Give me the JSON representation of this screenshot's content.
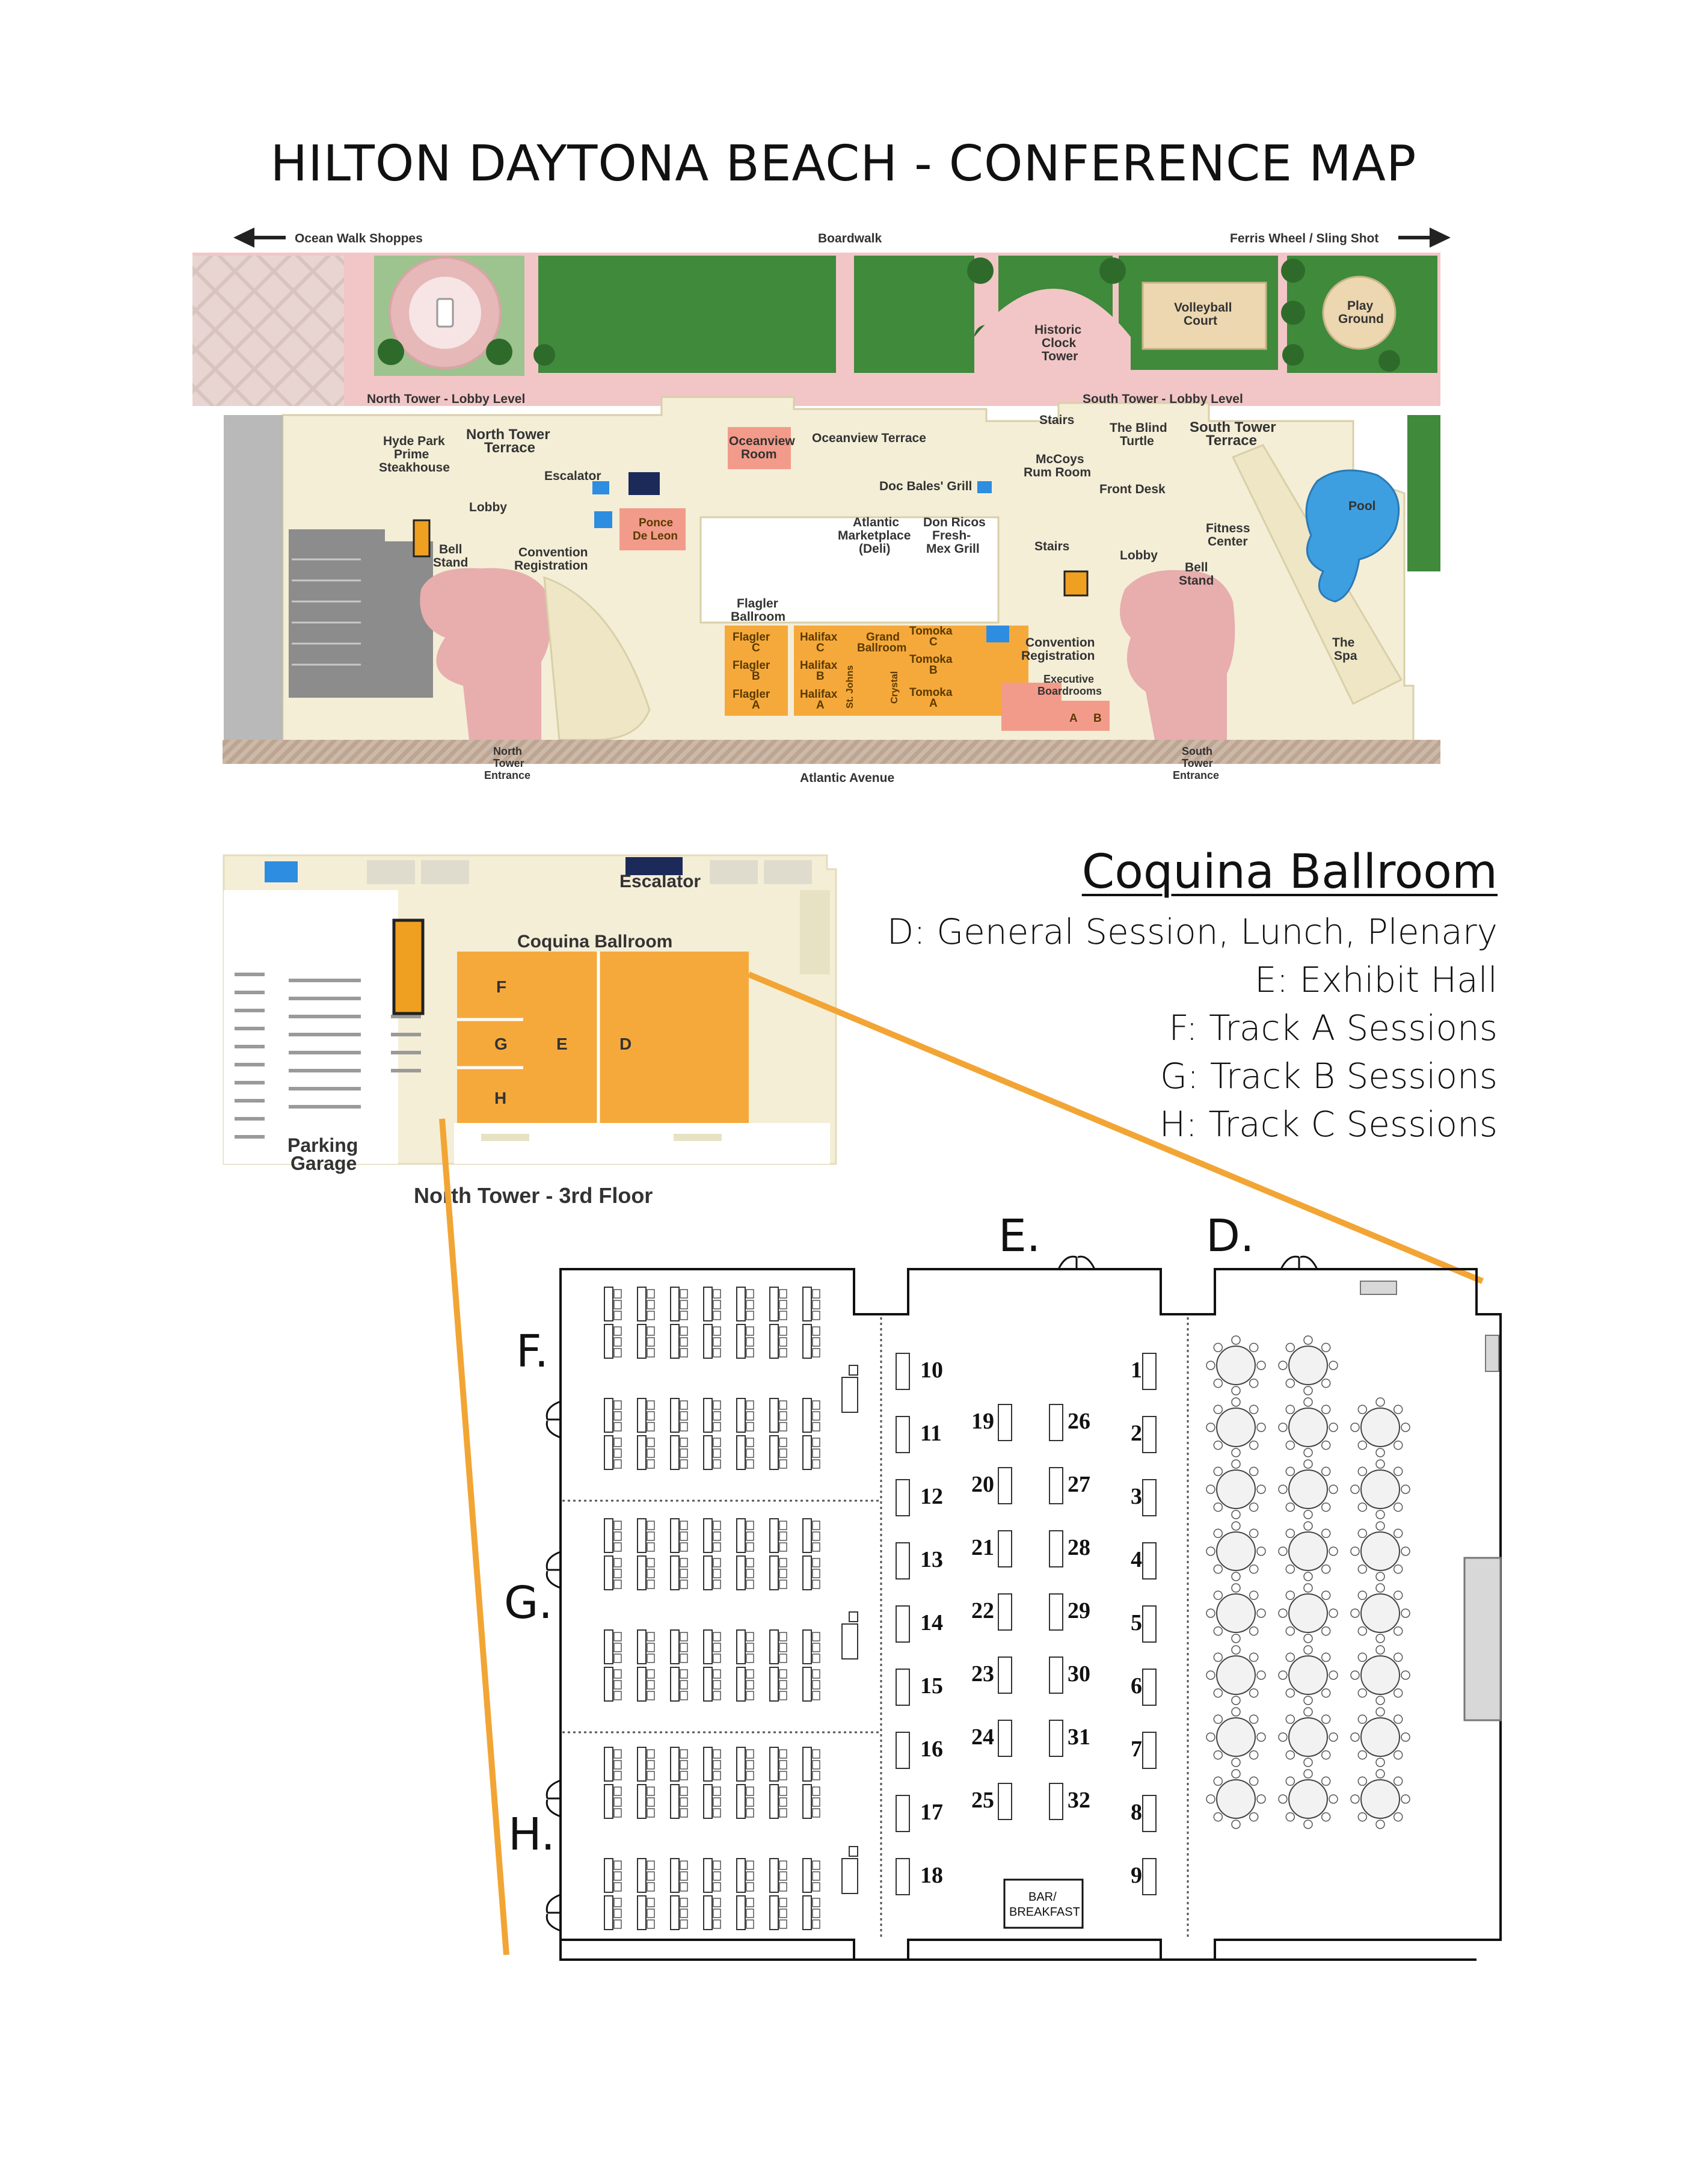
{
  "title": "HILTON DAYTONA BEACH - CONFERENCE MAP",
  "colors": {
    "pavement": "#f2c6c6",
    "floor": "#f4eed7",
    "ballroom": "#f6a93b",
    "grass": "#3f8a3b",
    "pool": "#3d9fe0",
    "orange_line": "#f2a534",
    "sidewalk": "#c9b7a5"
  },
  "lobby_map": {
    "labels": {
      "ocean_walk": "Ocean Walk Shoppes",
      "boardwalk": "Boardwalk",
      "ferris": "Ferris Wheel / Sling Shot",
      "volleyball": [
        "Volleyball",
        "Court"
      ],
      "playground": [
        "Play",
        "Ground"
      ],
      "clock_tower": [
        "Historic",
        "Clock",
        "Tower"
      ],
      "north_lobby": "North Tower - Lobby Level",
      "south_lobby": "South Tower - Lobby Level",
      "hyde_park": [
        "Hyde Park",
        "Prime",
        "Steakhouse"
      ],
      "north_terrace": [
        "North Tower",
        "Terrace"
      ],
      "escalator": "Escalator",
      "lobby_n": "Lobby",
      "oceanview_room": [
        "Oceanview",
        "Room"
      ],
      "oceanview_terrace": "Oceanview Terrace",
      "doc_bales": "Doc Bales' Grill",
      "mccoys": [
        "McCoys",
        "Rum Room"
      ],
      "stairs_top": "Stairs",
      "blind_turtle": [
        "The Blind",
        "Turtle"
      ],
      "south_terrace": [
        "South Tower",
        "Terrace"
      ],
      "front_desk": "Front Desk",
      "pool": "Pool",
      "bell_n": [
        "Bell",
        "Stand"
      ],
      "conv_reg_n": [
        "Convention",
        "Registration"
      ],
      "ponce": [
        "Ponce",
        "De Leon"
      ],
      "atlantic_market": [
        "Atlantic",
        "Marketplace",
        "(Deli)"
      ],
      "don_ricos": [
        "Don Ricos",
        "Fresh-",
        "Mex Grill"
      ],
      "stairs_mid": "Stairs",
      "lobby_s": "Lobby",
      "fitness": [
        "Fitness",
        "Center"
      ],
      "bell_s": [
        "Bell",
        "Stand"
      ],
      "the_spa": [
        "The",
        "Spa"
      ],
      "flagler_ballroom": [
        "Flagler",
        "Ballroom"
      ],
      "grand_ballroom": [
        "Grand",
        "Ballroom"
      ],
      "conv_reg_s": [
        "Convention",
        "Registration"
      ],
      "exec_board": [
        "Executive",
        "Boardrooms"
      ],
      "north_entrance": [
        "North",
        "Tower",
        "Entrance"
      ],
      "atlantic_ave": "Atlantic Avenue",
      "south_entrance": [
        "South",
        "Tower",
        "Entrance"
      ]
    },
    "rooms": {
      "flagler": [
        [
          "Flagler",
          "C"
        ],
        [
          "Flagler",
          "B"
        ],
        [
          "Flagler",
          "A"
        ]
      ],
      "halifax": [
        [
          "Halifax",
          "C"
        ],
        [
          "Halifax",
          "B"
        ],
        [
          "Halifax",
          "A"
        ]
      ],
      "tomoka": [
        [
          "Tomoka",
          "C"
        ],
        [
          "Tomoka",
          "B"
        ],
        [
          "Tomoka",
          "A"
        ]
      ],
      "st_johns": "St. Johns",
      "crystal": "Crystal",
      "board_a": "A",
      "board_b": "B"
    }
  },
  "third_floor": {
    "escalator": "Escalator",
    "coquina": "Coquina Ballroom",
    "rooms": [
      "F",
      "G",
      "E",
      "D",
      "H"
    ],
    "parking": [
      "Parking",
      "Garage"
    ],
    "caption": "North Tower - 3rd Floor"
  },
  "legend": {
    "heading": "Coquina Ballroom",
    "items": [
      "D: General Session, Lunch, Plenary",
      "E: Exhibit Hall",
      "F: Track A Sessions",
      "G: Track B Sessions",
      "H: Track C Sessions"
    ]
  },
  "floor_plan": {
    "sections": {
      "e": "E.",
      "d": "D.",
      "f": "F.",
      "g": "G.",
      "h": "H."
    },
    "booths_right": [
      "1",
      "2",
      "3",
      "4",
      "5",
      "6",
      "7",
      "8",
      "9"
    ],
    "booths_left": [
      "10",
      "11",
      "12",
      "13",
      "14",
      "15",
      "16",
      "17",
      "18"
    ],
    "booths_center_a": [
      "19",
      "20",
      "21",
      "22",
      "23",
      "24",
      "25"
    ],
    "booths_center_b": [
      "26",
      "27",
      "28",
      "29",
      "30",
      "31",
      "32"
    ],
    "bar": [
      "BAR/",
      "BREAKFAST"
    ]
  }
}
